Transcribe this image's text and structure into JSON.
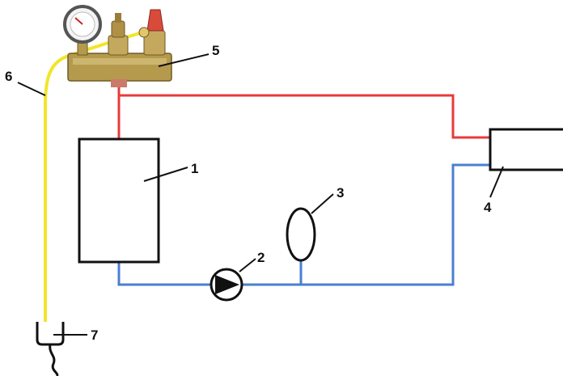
{
  "labels": {
    "boiler": "1",
    "pump": "2",
    "expansion_tank": "3",
    "radiator": "4",
    "safety_group": "5",
    "drain_hose": "6",
    "drain_funnel": "7"
  },
  "colors": {
    "supply_pipe": "#e83a3a",
    "return_pipe": "#4a7fd0",
    "drain_hose": "#f2e52a",
    "outline": "#111111",
    "manifold_brass": "#b59a4e",
    "relief_valve_red": "#d84a3a"
  }
}
